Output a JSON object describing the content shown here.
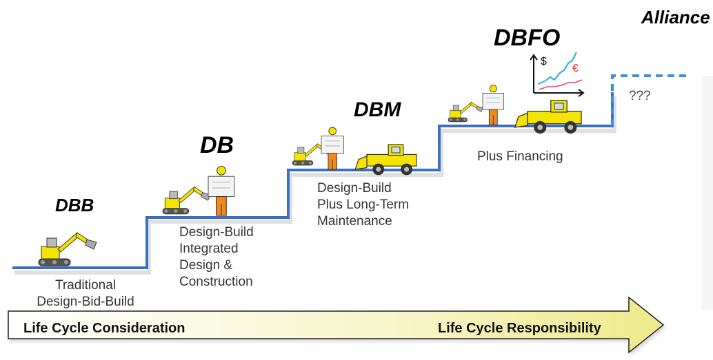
{
  "stages": [
    {
      "title": "DBB",
      "desc": [
        "Traditional",
        "Design-Bid-Build"
      ]
    },
    {
      "title": "DB",
      "desc": [
        "Design-Build",
        "Integrated",
        "Design &",
        "Construction"
      ]
    },
    {
      "title": "DBM",
      "desc": [
        "Design-Build",
        "Plus Long-Term",
        "Maintenance"
      ]
    },
    {
      "title": "DBFO",
      "desc": [
        "Plus Financing"
      ]
    },
    {
      "title": "Alliance",
      "desc": [
        "???"
      ]
    }
  ],
  "arrow": {
    "left_label": "Life Cycle Consideration",
    "right_label": "Life Cycle Responsibility"
  },
  "mini_chart": {
    "dollar": "$",
    "euro": "€"
  },
  "colors": {
    "step_line": "#3a6fc4",
    "dashed_line": "#3a90d0",
    "machine_yellow": "#f5e400",
    "worker_orange": "#f08a1c",
    "arrow_fill_start": "#ffffff",
    "arrow_fill_end": "#f2f0a0"
  }
}
